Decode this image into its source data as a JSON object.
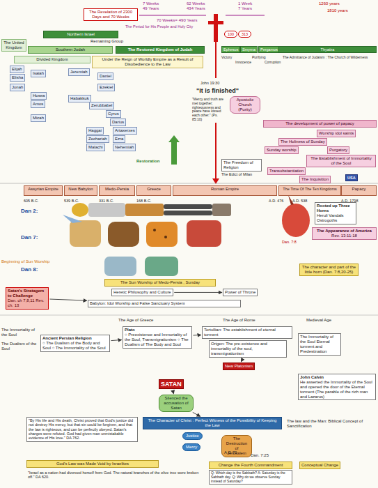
{
  "diagram": {
    "nodes": [
      {
        "text": [
          "Northern Israel"
        ]
      },
      {
        "text": [
          "The United Kingdom"
        ]
      },
      {
        "text": [
          "Southern Judah"
        ]
      },
      {
        "text": [
          "The Restored Kingdom of Judah"
        ]
      },
      {
        "text": [
          "Divided Kingdom"
        ]
      },
      {
        "text": [
          "Under the Reign of Worldly Empire as a Result of Disobedience to the Law"
        ]
      },
      {
        "text": [
          "The Revelation of 2300 Days and 70 Weeks"
        ]
      },
      {
        "text": [
          "100"
        ]
      },
      {
        "text": [
          "313"
        ]
      },
      {
        "text": [
          "Ephesus"
        ]
      },
      {
        "text": [
          "Smyrna"
        ]
      },
      {
        "text": [
          "Pergamos"
        ]
      },
      {
        "text": [
          "Thyatira"
        ]
      },
      {
        "text": [
          "Elijah"
        ]
      },
      {
        "text": [
          "Elisha"
        ]
      },
      {
        "text": [
          "Jonah"
        ]
      },
      {
        "text": [
          "Isaiah"
        ]
      },
      {
        "text": [
          "Hosea"
        ]
      },
      {
        "text": [
          "Amos"
        ]
      },
      {
        "text": [
          "Micah"
        ]
      },
      {
        "text": [
          "Jeremiah"
        ]
      },
      {
        "text": [
          "Habakkuk"
        ]
      },
      {
        "text": [
          "Daniel"
        ]
      },
      {
        "text": [
          "Ezekiel"
        ]
      },
      {
        "text": [
          "Zerubbabel"
        ]
      },
      {
        "text": [
          "Cyrus"
        ]
      },
      {
        "text": [
          "Darius"
        ]
      },
      {
        "text": [
          "Haggai"
        ]
      },
      {
        "text": [
          "Zechariah"
        ]
      },
      {
        "text": [
          "Artaxerxes"
        ]
      },
      {
        "text": [
          "Ezra"
        ]
      },
      {
        "text": [
          "Nehemiah"
        ]
      },
      {
        "text": [
          "Malachi"
        ]
      },
      {
        "text": [
          "Apostolic Church (Purity)"
        ]
      },
      {
        "text": [
          "The development of power of papacy"
        ]
      },
      {
        "text": [
          "Worship idol saints"
        ]
      },
      {
        "text": [
          "The Holiness of Sunday"
        ]
      },
      {
        "text": [
          "Sunday worship"
        ]
      },
      {
        "text": [
          "Purgatory"
        ]
      },
      {
        "text": [
          "The Establishment of Immortality of the Soul"
        ]
      },
      {
        "text": [
          "Transubstantiation"
        ]
      },
      {
        "text": [
          "The Inquisition"
        ]
      },
      {
        "text": [
          "The Freedom of Religion"
        ]
      },
      {
        "text": [
          "Assyrian Empire"
        ]
      },
      {
        "text": [
          "New Babylon"
        ]
      },
      {
        "text": [
          "Medo-Persia"
        ]
      },
      {
        "text": [
          "Greece"
        ]
      },
      {
        "text": [
          "Roman Empire"
        ]
      },
      {
        "text": [
          "The Time Of The Ten Kingdoms"
        ]
      },
      {
        "text": [
          "Papacy"
        ]
      },
      {
        "text": [
          "USA"
        ]
      },
      {
        "text": [
          "Satan's Stratagem to Challenge",
          "Dan. ch 7,8,11 Rev. ch. 13"
        ]
      },
      {
        "text": [
          "The Sun Worship of Medo-Persia , Sunday"
        ]
      },
      {
        "text": [
          "Heretic Philosophy and Culture"
        ]
      },
      {
        "text": [
          "Power of Throne"
        ]
      },
      {
        "text": [
          "Babylon: Idol Worship and False Sanctuary System"
        ]
      },
      {
        "text": [
          "Rooted up Three Horns",
          "Heruli Vandals Ostrogoths"
        ]
      },
      {
        "text": [
          "The Appearance of America",
          "Rev. 13:11-18"
        ]
      },
      {
        "text": [
          "The character and part of the little horn (Dan. 7:8,20-25)"
        ]
      },
      {
        "text": [
          "Ancient Persian Religion",
          "○ The Dualism of the Body and Soul ○ The Immortality of the Soul"
        ]
      },
      {
        "text": [
          "Plato",
          "○ Preexistence and Immortality of the Soul, Transmigrationism ○ The Dualism of The Body and Soul"
        ]
      },
      {
        "text": [
          "Tertullian: The establishment of eternal torment"
        ]
      },
      {
        "text": [
          "Origen: The pre-existence and immortality of the soul, transmigrationism"
        ]
      },
      {
        "text": [
          "New Platonism"
        ]
      },
      {
        "text": [
          "The Immortality of the Soul Eternal torment and Predestination"
        ]
      },
      {
        "text": [
          "John Calvin",
          "He asserted the Immortality of the Soul and opened the door of the Eternal torment (The parable of the rich man and Lazarus)"
        ]
      },
      {
        "text": [
          "SATAN"
        ]
      },
      {
        "text": [
          "Silenced the accusation of Satan"
        ]
      },
      {
        "text": [
          "The Character of Christ : Perfect Witness of the Possibility of Keeping the Law"
        ]
      },
      {
        "text": [
          "Justice"
        ]
      },
      {
        "text": [
          "Mercy"
        ]
      },
      {
        "text": [
          "The Destruction of Jerusalem"
        ]
      },
      {
        "text": [
          "\"By His life and His death, Christ proved that God's justice did not destroy His mercy, but that sin could be forgiven, and that the law is righteous, and can be perfectly obeyed. Satan's charges were refuted. God had given man unmistakable evidence of His love.\" DA 762."
        ]
      },
      {
        "text": [
          "God's Law was Made Void by Israelites"
        ]
      },
      {
        "text": [
          "\"Israel as a nation had divorced herself from God. The natural branches of the olive tree were broken off.\" DA 620."
        ]
      },
      {
        "text": [
          "Change the Fourth Commandment"
        ]
      },
      {
        "text": [
          "Q: Which day is the Sabbath? A: Saturday is the Sabbath day. Q: Why do we observe Sunday instead of Saturday?"
        ]
      },
      {
        "text": [
          "Conceptual Change"
        ]
      },
      {
        "text": [
          "The law and the Man: Biblical Concept of Sanctification"
        ]
      }
    ],
    "edges": [
      {
        "from": 51,
        "to": 55,
        "arrow": "to"
      },
      {
        "from": 53,
        "to": 54,
        "arrow": "to"
      },
      {
        "from": 59,
        "to": 60,
        "arrow": "to"
      },
      {
        "from": 60,
        "to": 61,
        "arrow": "to"
      },
      {
        "from": 62,
        "to": 63,
        "arrow": "to"
      },
      {
        "from": 66,
        "to": 67,
        "arrow": "to"
      },
      {
        "from": 67,
        "to": 68,
        "arrow": "to"
      }
    ],
    "labels": [
      "7 Weeks",
      "49 Years",
      "62 Weeks",
      "434 Years",
      "1 Week",
      "7 Years",
      "70 Weeks= 490 Years",
      "The Period for His People and Holy City",
      "1260 years",
      "1810 years",
      "Remaining Group",
      "Victory",
      "Innocence",
      "Purifying",
      "Corruption",
      "The Admittance of Judaism : The Church of Wilderness",
      "John 19:30",
      "\"It is finished\"",
      "\"Mercy and truth are met together; righteousness and peace have kissed each other.\" (Ps. 85:10)",
      "The Edict of Milan",
      "Restoration",
      "605 B.C.",
      "539 B.C.",
      "331 B.C.",
      "168 B.C.",
      "A.D. 476",
      "A.D. 538",
      "A.D. 1798",
      "Dan 2:",
      "Dan 7:",
      "Dan 8:",
      "Dan. 7:8",
      "Beginning of Sun Worship",
      "The Age of Greece",
      "The Age of Rome",
      "Medieval Age",
      "The Immortality of the Soul",
      "The Dualism of the Soul",
      "A.D.70",
      "Dan. 7:25"
    ]
  }
}
